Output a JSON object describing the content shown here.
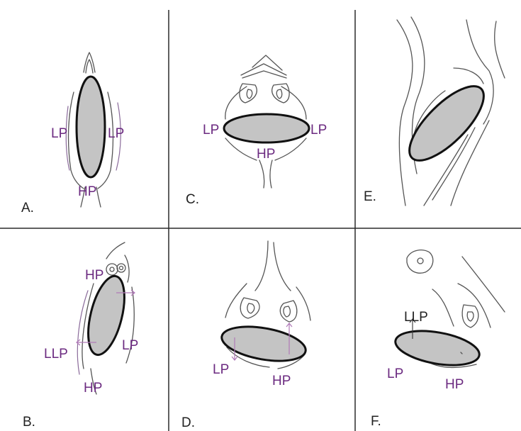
{
  "panels": [
    {
      "letter": "A.",
      "labels": [
        "LP",
        "LP",
        "HP"
      ]
    },
    {
      "letter": "B.",
      "labels": [
        "HP",
        "LLP",
        "LP",
        "HP"
      ]
    },
    {
      "letter": "C.",
      "labels": [
        "LP",
        "LP",
        "HP"
      ]
    },
    {
      "letter": "D.",
      "labels": [
        "LP",
        "HP"
      ]
    },
    {
      "letter": "E.",
      "labels": []
    },
    {
      "letter": "F.",
      "labels": [
        "LLP",
        "LP",
        "HP"
      ]
    }
  ],
  "colors": {
    "ellipse_fill": "#c4c4c4",
    "ellipse_stroke": "#111111",
    "label_color": "#6b2a80",
    "sketch_color": "#555555"
  }
}
